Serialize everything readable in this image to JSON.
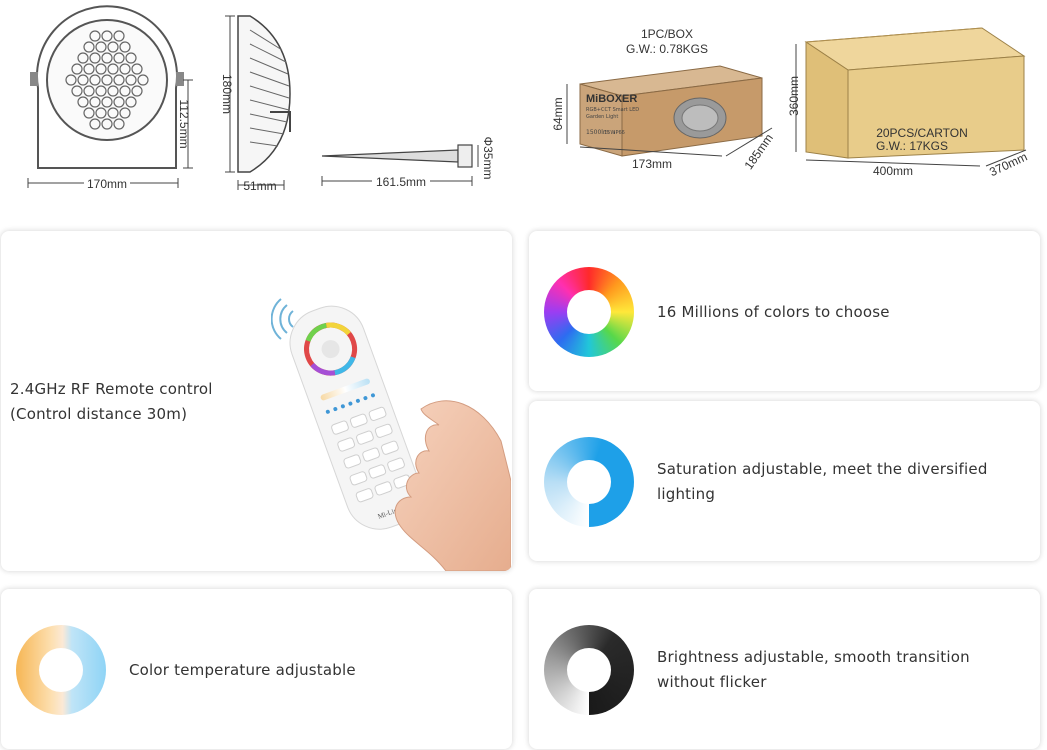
{
  "diagrams": {
    "lamp_front": {
      "width_label": "170mm",
      "height_label": "112.5mm"
    },
    "lamp_side": {
      "height_label": "180mm",
      "depth_label": "51mm"
    },
    "spike": {
      "length_label": "161.5mm",
      "diameter_label": "Φ35mm"
    },
    "box": {
      "caption_line1": "1PC/BOX",
      "caption_line2": "G.W.: 0.78KGS",
      "height_label": "64mm",
      "width_label": "173mm",
      "depth_label": "185mm",
      "brand_text": "MiBOXER",
      "product_line1": "RGB+CCT Smart LED",
      "product_line2": "Garden Light",
      "spec_lm": "1500lm",
      "spec_w": "15W",
      "spec_ip": "IP66"
    },
    "carton": {
      "height_label": "360mm",
      "width_label": "400mm",
      "depth_label": "370mm",
      "qty_label": "20PCS/CARTON",
      "weight_label": "G.W.: 17KGS"
    }
  },
  "features": {
    "remote": {
      "line1": "2.4GHz RF Remote control",
      "line2": "(Control distance 30m)",
      "remote_brand": "Mi-Light"
    },
    "colors": {
      "text": "16 Millions of colors to choose"
    },
    "saturation": {
      "line1": "Saturation adjustable, meet the diversified",
      "line2": "lighting"
    },
    "color_temp": {
      "text": "Color temperature adjustable"
    },
    "brightness": {
      "line1": "Brightness adjustable, smooth transition",
      "line2": "without flicker"
    }
  },
  "colors": {
    "carton_fill": "#e6c98a",
    "box_fill": "#c9a57a",
    "saturation_blue": "#1ea0e8",
    "warm": "#f6b654",
    "cool": "#8fd4f6"
  }
}
